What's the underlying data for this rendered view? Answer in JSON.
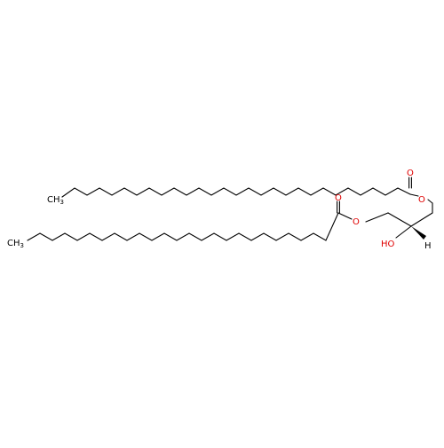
{
  "colors": {
    "background": "#ffffff",
    "bond": "#000000",
    "oxygen": "#e00000"
  },
  "labels": {
    "ch3_top_c": "C",
    "ch3_top_h": "H",
    "ch3_top_n": "3",
    "ch3_bottom_c": "C",
    "ch3_bottom_h": "H",
    "ch3_bottom_n": "3",
    "o_carbonyl_top": "O",
    "o_ester_top": "O",
    "o_carbonyl_bottom": "O",
    "o_ester_bottom": "O",
    "hydroxyl": "HO",
    "stereo_h": "H"
  }
}
